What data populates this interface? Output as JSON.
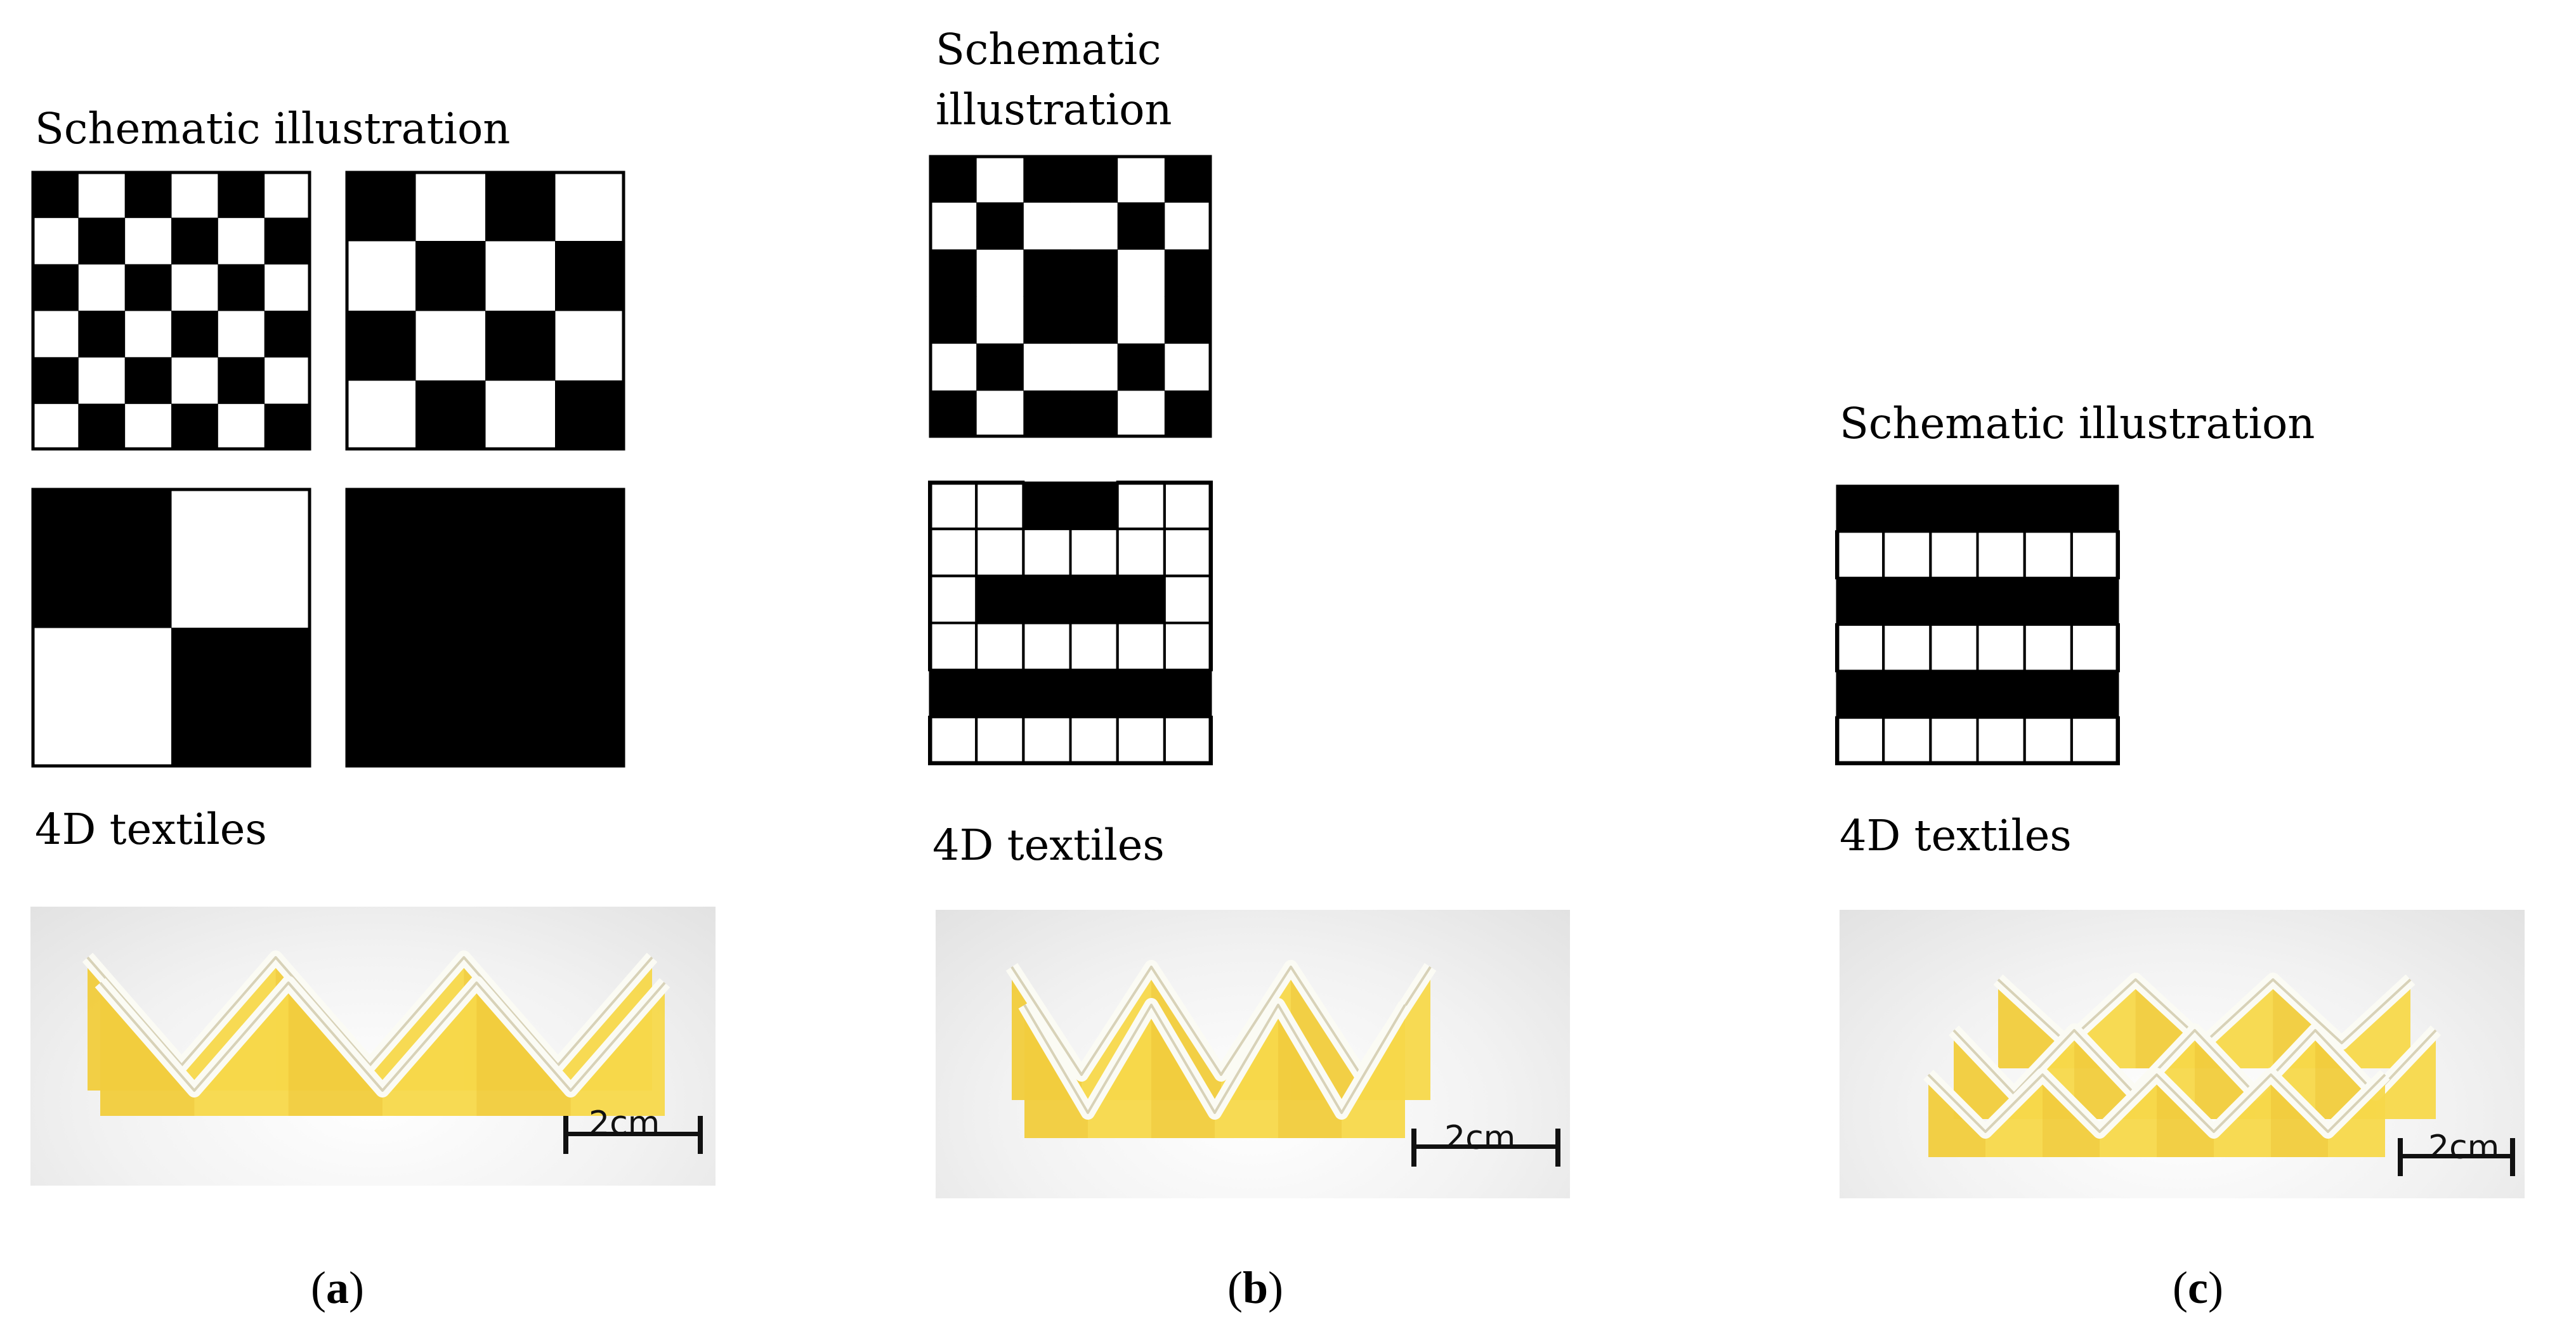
{
  "panels": [
    {
      "id": "a",
      "schematic_label": "Schematic illustration",
      "textile_label": "4D textiles",
      "scale_label": "2cm",
      "caption_letter": "a"
    },
    {
      "id": "b",
      "schematic_label_line1": "Schematic",
      "schematic_label_line2": "illustration",
      "textile_label": "4D textiles",
      "scale_label": "2cm",
      "caption_letter": "b"
    },
    {
      "id": "c",
      "schematic_label": "Schematic illustration",
      "textile_label": "4D textiles",
      "scale_label": "2cm",
      "caption_letter": "c"
    }
  ],
  "colors": {
    "textile_yellow": "#f7d84a",
    "textile_yellow_dark": "#e8b92a",
    "rod_white": "#fbfbf4",
    "ink": "#000000"
  }
}
